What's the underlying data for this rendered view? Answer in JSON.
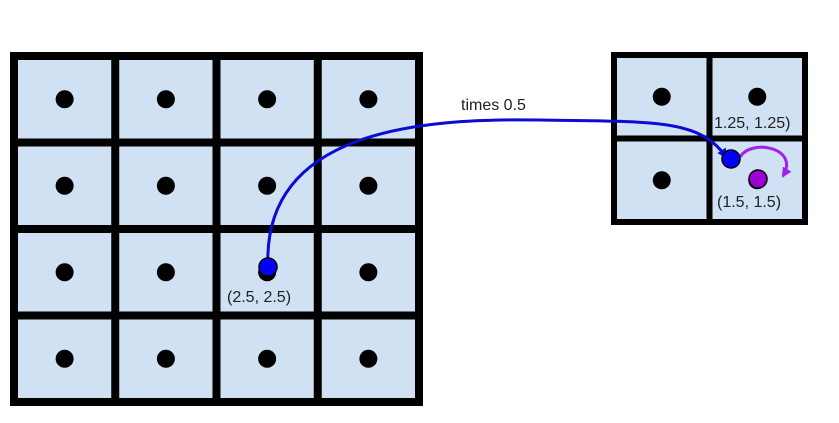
{
  "labels": {
    "transform": "times 0.5",
    "source_point": "(2.5, 2.5)",
    "scaled_point": "1.25, 1.25)",
    "rounded_point": "(1.5, 1.5)"
  },
  "grids": {
    "large": {
      "rows": 4,
      "cols": 4
    },
    "small": {
      "rows": 2,
      "cols": 2
    }
  },
  "colors": {
    "cell_fill": "#cfe1f3",
    "grid_line": "#000000",
    "center_dot": "#000000",
    "blue_point": "#0000ff",
    "blue_arrow": "#0b0bd6",
    "purple_point": "#9b00d6",
    "purple_arrow": "#a020f0"
  }
}
